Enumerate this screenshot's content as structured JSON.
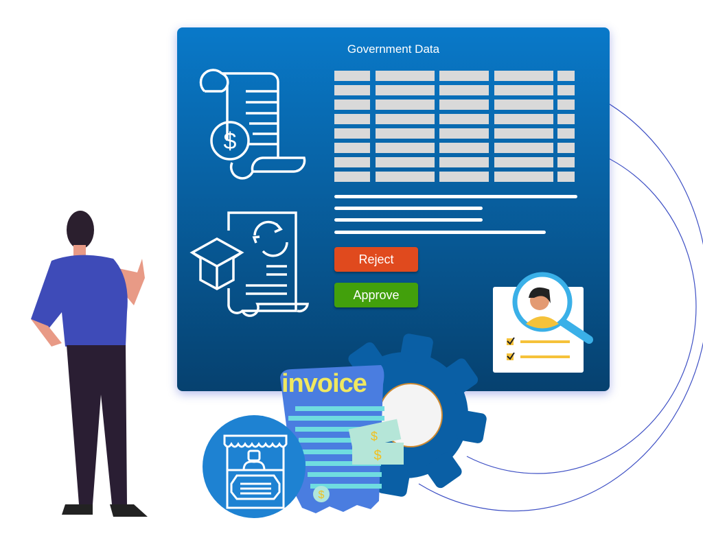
{
  "panel": {
    "title": "Government Data",
    "table": {
      "rows": 8,
      "columns": 5
    },
    "buttons": {
      "reject": "Reject",
      "approve": "Approve"
    }
  },
  "invoice": {
    "label": "invoice"
  },
  "colors": {
    "panel_top": "#0979c9",
    "panel_bottom": "#06416f",
    "reject": "#e04a1e",
    "approve": "#42a00c",
    "invoice_text": "#f0e860",
    "gear": "#0a5fa5"
  },
  "icons": [
    "receipt-dollar-icon",
    "package-refresh-document-icon",
    "profile-search-icon",
    "gear-icon",
    "invoice-icon",
    "money-icon",
    "market-stall-icon",
    "person-illustration"
  ]
}
